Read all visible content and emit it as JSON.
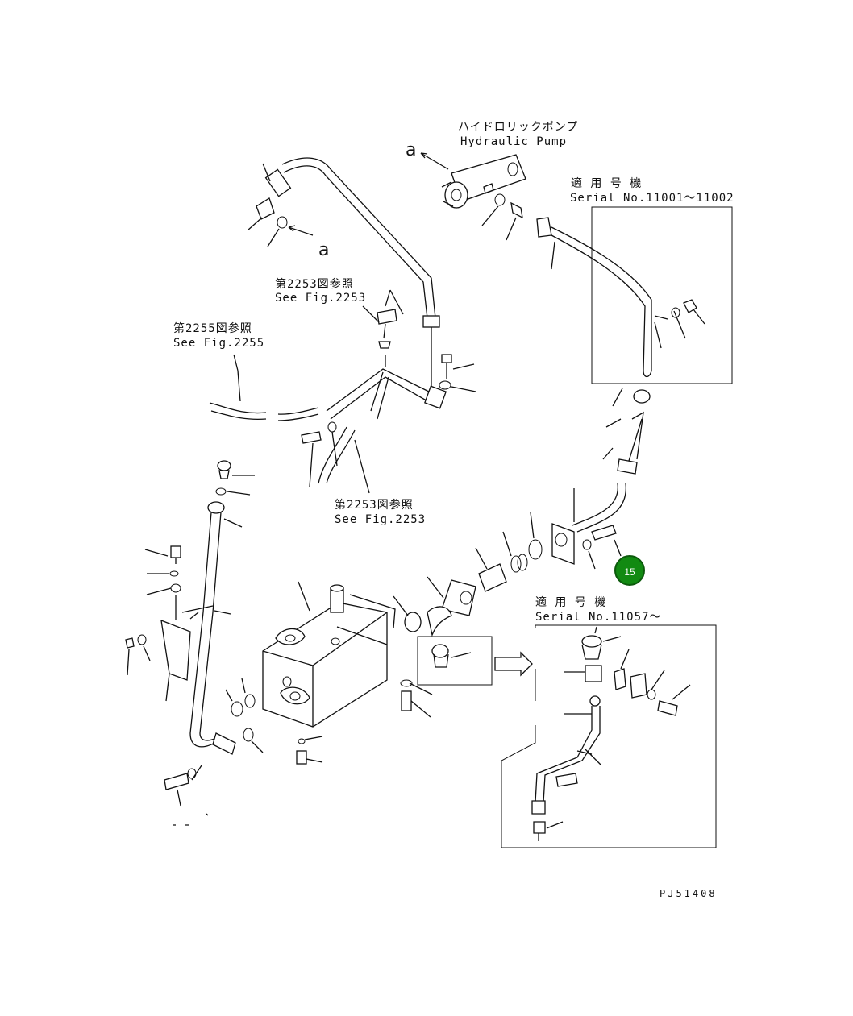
{
  "labels": {
    "pump_ja": "ハイドロリックポンプ",
    "pump_en": "Hydraulic Pump",
    "marker_a_top": "a",
    "marker_a_left": "a",
    "serial1_ja": "適 用 号 機",
    "serial1_en": "Serial No.11001〜11002",
    "fig2253_top_ja": "第2253図参照",
    "fig2253_top_en": "See Fig.2253",
    "fig2255_ja": "第2255図参照",
    "fig2255_en": "See Fig.2255",
    "fig2253_mid_ja": "第2253図参照",
    "fig2253_mid_en": "See Fig.2253",
    "serial2_ja": "適 用 号 機",
    "serial2_en": "Serial No.11057〜",
    "drawing_code": "PJ51408"
  },
  "callout": {
    "number": "15",
    "color": "#128a12"
  }
}
